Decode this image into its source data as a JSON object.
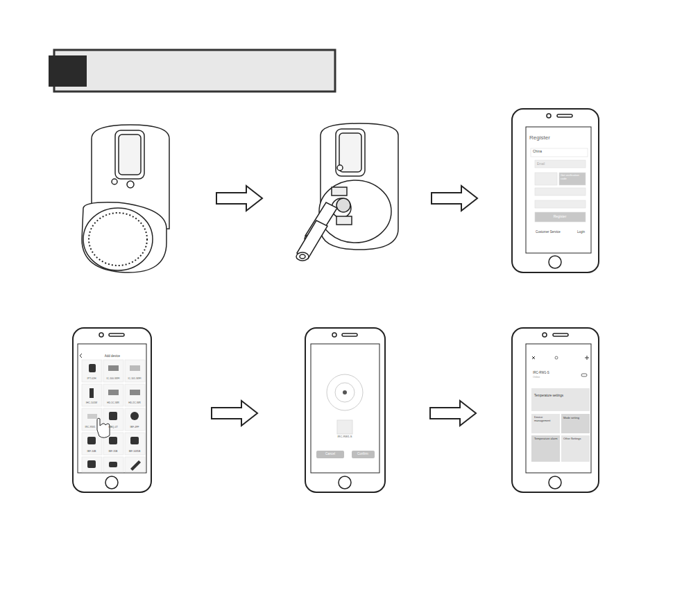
{
  "diagram": {
    "labels": [
      "Register",
      "China",
      "Email",
      "Get verification code",
      "Register",
      "Customer Service",
      "Login",
      "Add device",
      "IPT-02H",
      "IC-100-WIFI",
      "IC-101-WIFI",
      "IHC-101W",
      "HD-1C-WR",
      "HD-2C-WR",
      "IRC-RW1",
      "IBBQ-4T",
      "IBF-4FF",
      "IBF-34B",
      "IBF-35B",
      "IBF-3485B",
      "IRC-RW1-S",
      "Cancel",
      "Confirm",
      "IRC-RW1-S",
      "Online",
      "Temperature settings",
      "Device management",
      "Mode setting",
      "Temperature alarm",
      "Other Settings"
    ]
  }
}
